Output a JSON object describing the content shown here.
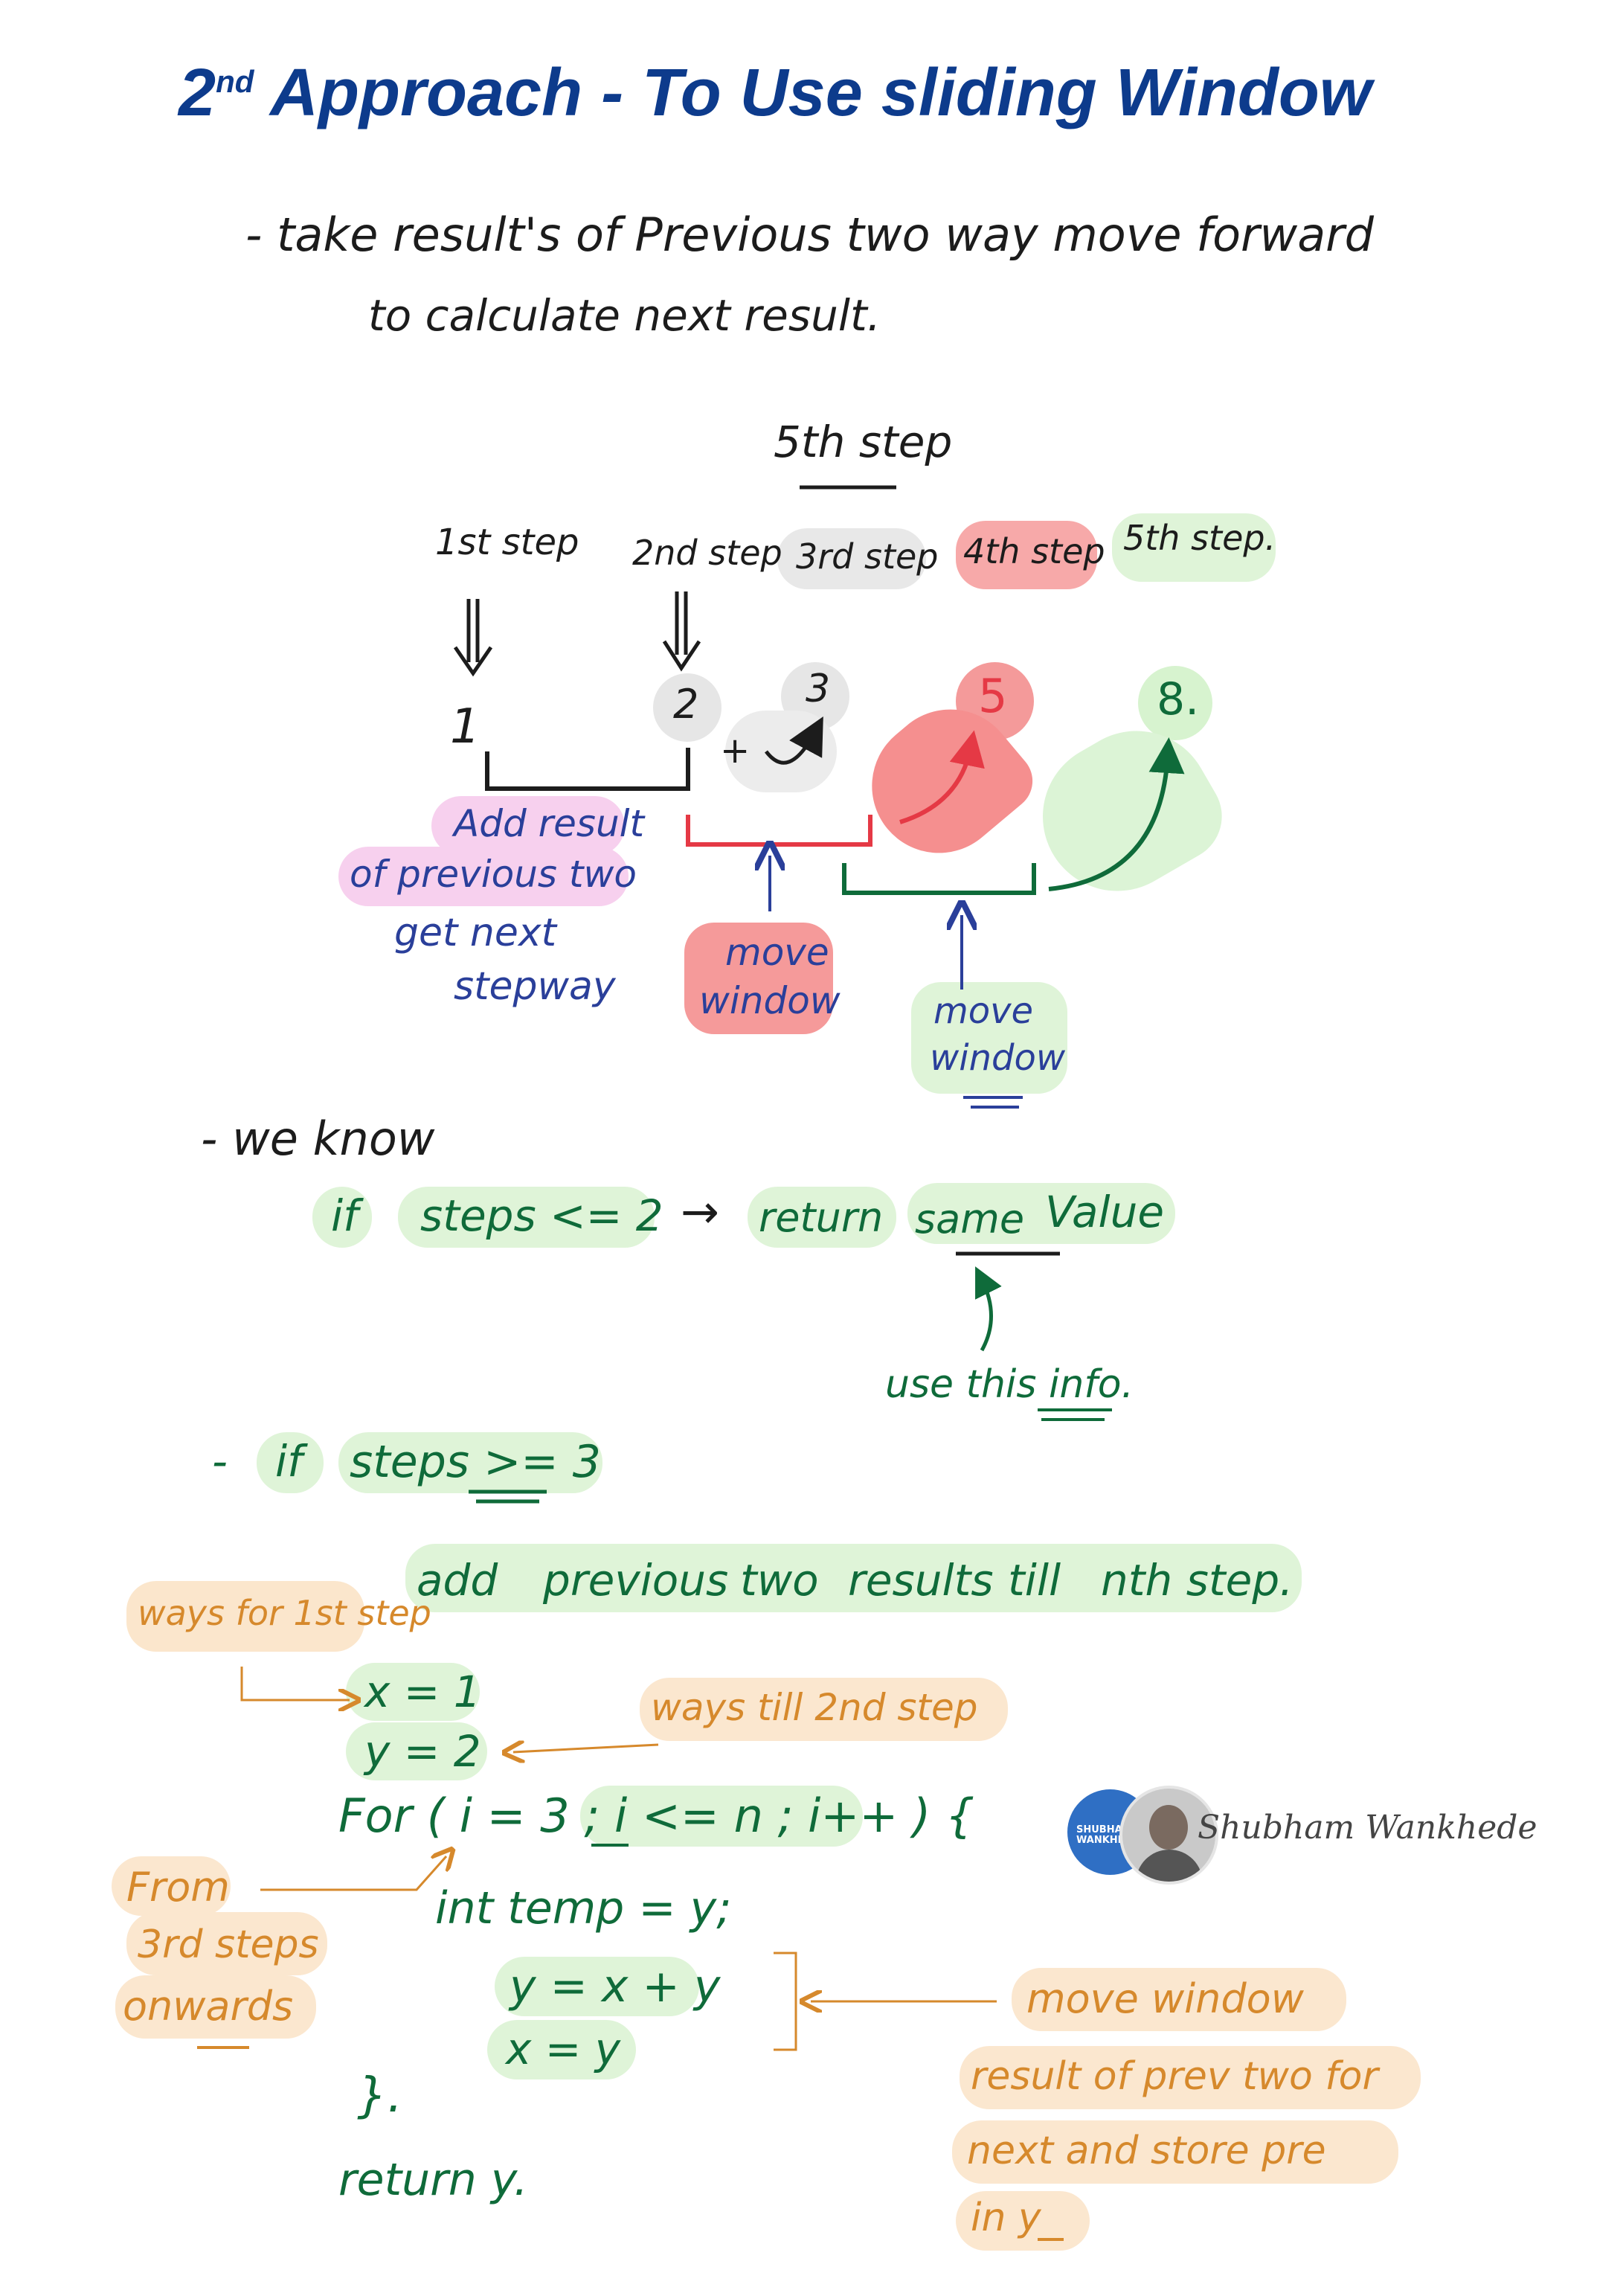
{
  "title": {
    "prefix": "2",
    "suffix": "nd",
    "text": "Approach - To Use sliding Window"
  },
  "intro": {
    "line1": "- take result's of Previous two way move forward",
    "line2": "to calculate next result."
  },
  "diagram": {
    "heading": "5th step",
    "steps": [
      {
        "label": "1st step",
        "value": "1"
      },
      {
        "label": "2nd step",
        "value": "2"
      },
      {
        "label": "3rd step",
        "value": "3"
      },
      {
        "label": "4th step",
        "value": "5"
      },
      {
        "label": "5th step.",
        "value": "8."
      }
    ],
    "plus": "+",
    "note_lines": [
      "Add result",
      "of previous two",
      "get next",
      "stepway"
    ],
    "move_window_1": [
      "move",
      "window"
    ],
    "move_window_2": [
      "move",
      "window"
    ]
  },
  "we_know": {
    "label": "- we know",
    "condition_if": "if",
    "condition": "steps <= 2",
    "arrow": "→",
    "result_return": "return",
    "result_same": "same",
    "result_value": "Value",
    "note": "use this info."
  },
  "if_ge3": {
    "dash": "-",
    "condition_if": "if",
    "condition": "steps >= 3",
    "explain_add": "add",
    "explain_previous": "previous",
    "explain_two": "two",
    "explain_results": "results",
    "explain_till": "till",
    "explain_nth": "nth step."
  },
  "code": {
    "x_line": "x = 1",
    "y_line": "y = 2",
    "for_line": "For ( i = 3 ; i <= n ; i++ ) {",
    "temp_line": "int temp = y;",
    "yxy_line": "y = x + y",
    "xy_line": "x = y",
    "close_line": "}.",
    "return_line": "return y."
  },
  "annotations": {
    "ways_first": "ways for 1st step",
    "ways_second": "ways till 2nd step",
    "from_lines": [
      "From",
      "3rd steps",
      "onwards"
    ],
    "move_window_lines": [
      "move window",
      "result of prev two for",
      "next and store pre",
      "in y"
    ]
  },
  "signature": {
    "name": "Shubham Wankhede",
    "badge": "SHUBHAM WANKHEDE"
  },
  "colors": {
    "title": "#0d3b8c",
    "green": "#0f6b3a",
    "orange": "#d6892c",
    "navy": "#2a3f9a",
    "red": "#e53945",
    "hl_green": "#dcf4d6",
    "hl_red": "#f6a7a7",
    "hl_orange": "#fbe7cf",
    "hl_pink": "#f7d2ee",
    "hl_gray": "#e6e6e6"
  }
}
